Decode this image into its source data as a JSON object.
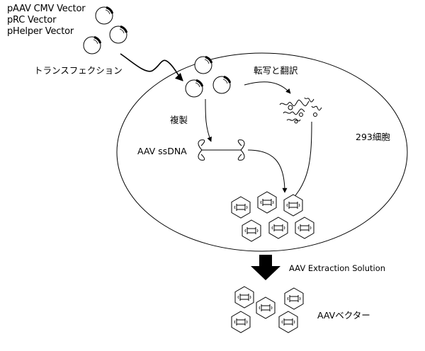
{
  "vectors": [
    {
      "label": "pAAV CMV Vector"
    },
    {
      "label": "pRC Vector"
    },
    {
      "label": "pHelper Vector"
    }
  ],
  "steps": {
    "transfection": "トランスフェクション",
    "transcription_translation": "転写と翻訳",
    "replication": "複製"
  },
  "molecules": {
    "ssdna": "AAV ssDNA"
  },
  "cell": {
    "label": "293細胞"
  },
  "extraction": {
    "label": "AAV Extraction Solution"
  },
  "product": {
    "label": "AAVベクター"
  }
}
